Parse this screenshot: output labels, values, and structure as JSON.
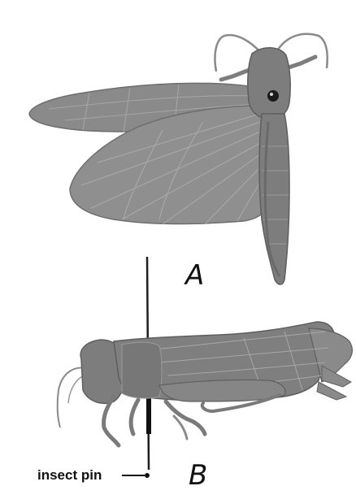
{
  "figure": {
    "label_a": "A",
    "label_b": "B",
    "pin_label": "insect pin",
    "colors": {
      "insect_fill": "#7d7d7d",
      "wing_fill": "#8a8a8a",
      "vein": "#a8a8a8",
      "outline": "#5e5e5e",
      "pin": "#1e1e1e",
      "text": "#111111",
      "background": "#ffffff"
    }
  }
}
